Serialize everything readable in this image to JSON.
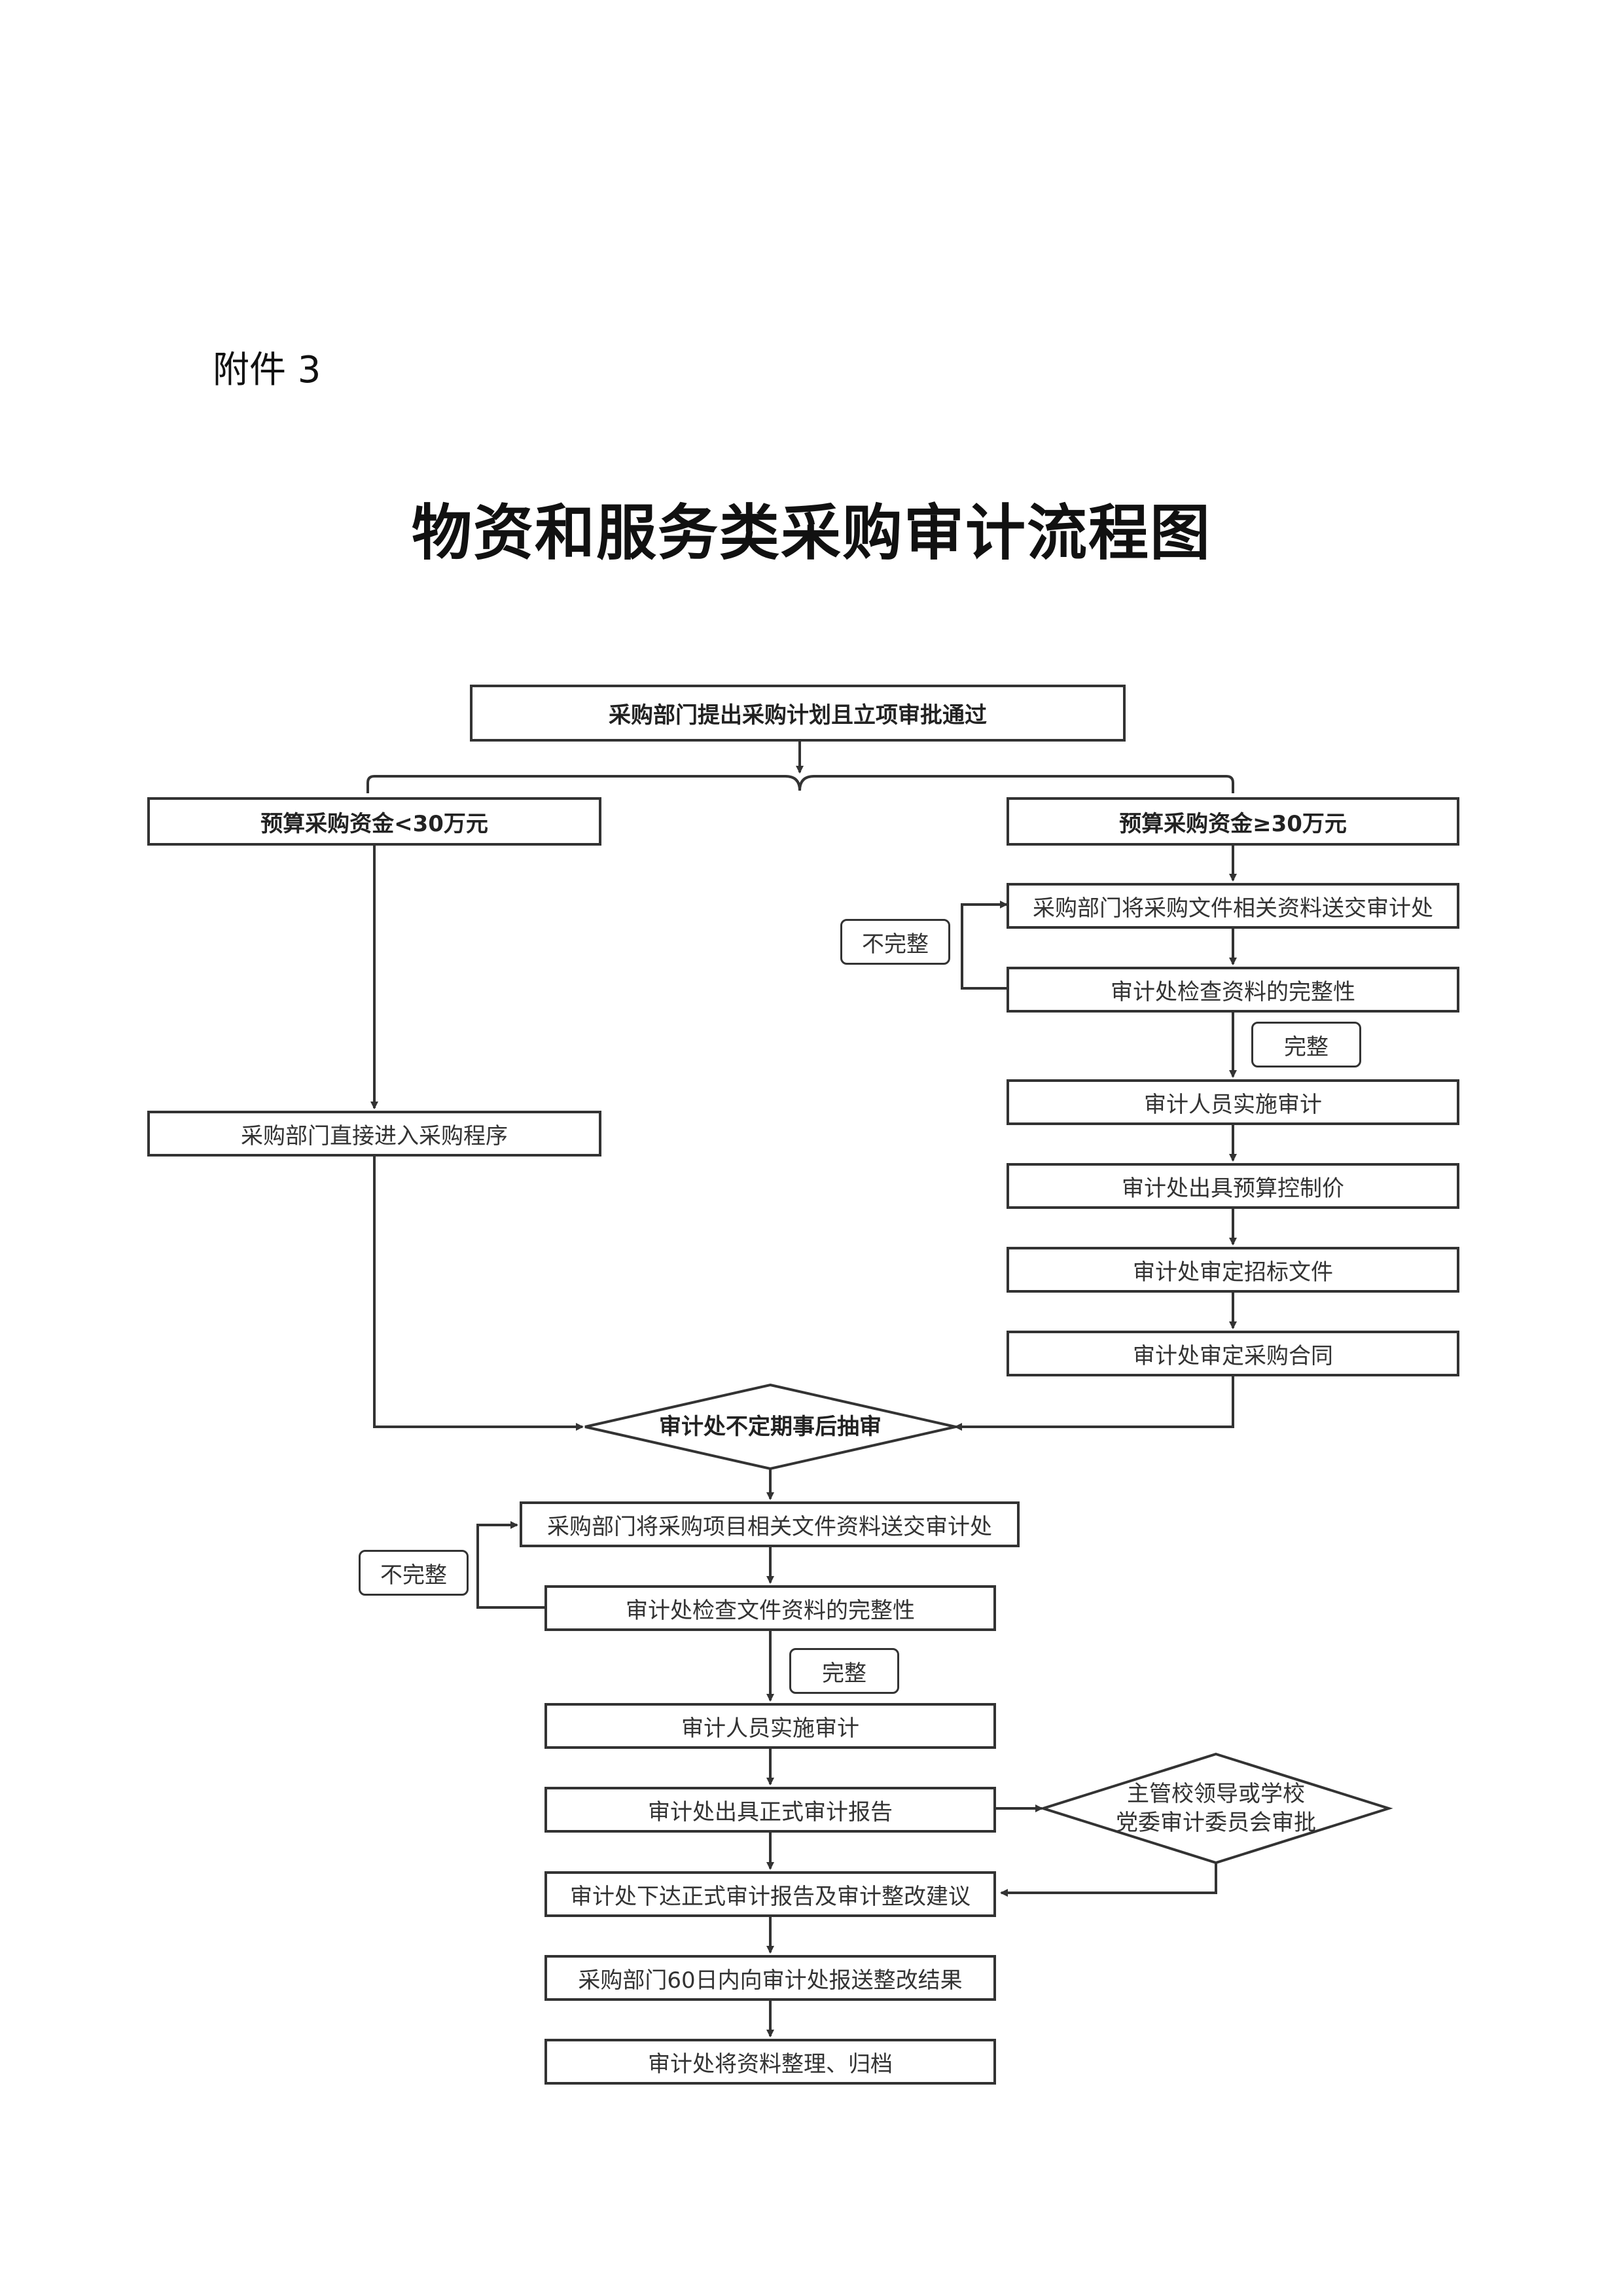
{
  "attachment_label": "附件 3",
  "title": "物资和服务类采购审计流程图",
  "nodes": {
    "start": "采购部门提出采购计划且立项审批通过",
    "budget_low": "预算采购资金<30万元",
    "budget_high": "预算采购资金≥30万元",
    "low_direct": "采购部门直接进入采购程序",
    "high_submit": "采购部门将采购文件相关资料送交审计处",
    "high_check": "审计处检查资料的完整性",
    "high_audit": "审计人员实施审计",
    "high_control_price": "审计处出具预算控制价",
    "high_tender_docs": "审计处审定招标文件",
    "high_contract": "审计处审定采购合同",
    "spot_check": "审计处不定期事后抽审",
    "post_submit": "采购部门将采购项目相关文件资料送交审计处",
    "post_check": "审计处检查文件资料的完整性",
    "post_audit": "审计人员实施审计",
    "formal_report": "审计处出具正式审计报告",
    "approval_line1": "主管校领导或学校",
    "approval_line2": "党委审计委员会审批",
    "issue_report": "审计处下达正式审计报告及审计整改建议",
    "rectify": "采购部门60日内向审计处报送整改结果",
    "archive": "审计处将资料整理、归档"
  },
  "tags": {
    "incomplete_1": "不完整",
    "complete_1": "完整",
    "incomplete_2": "不完整",
    "complete_2": "完整"
  }
}
